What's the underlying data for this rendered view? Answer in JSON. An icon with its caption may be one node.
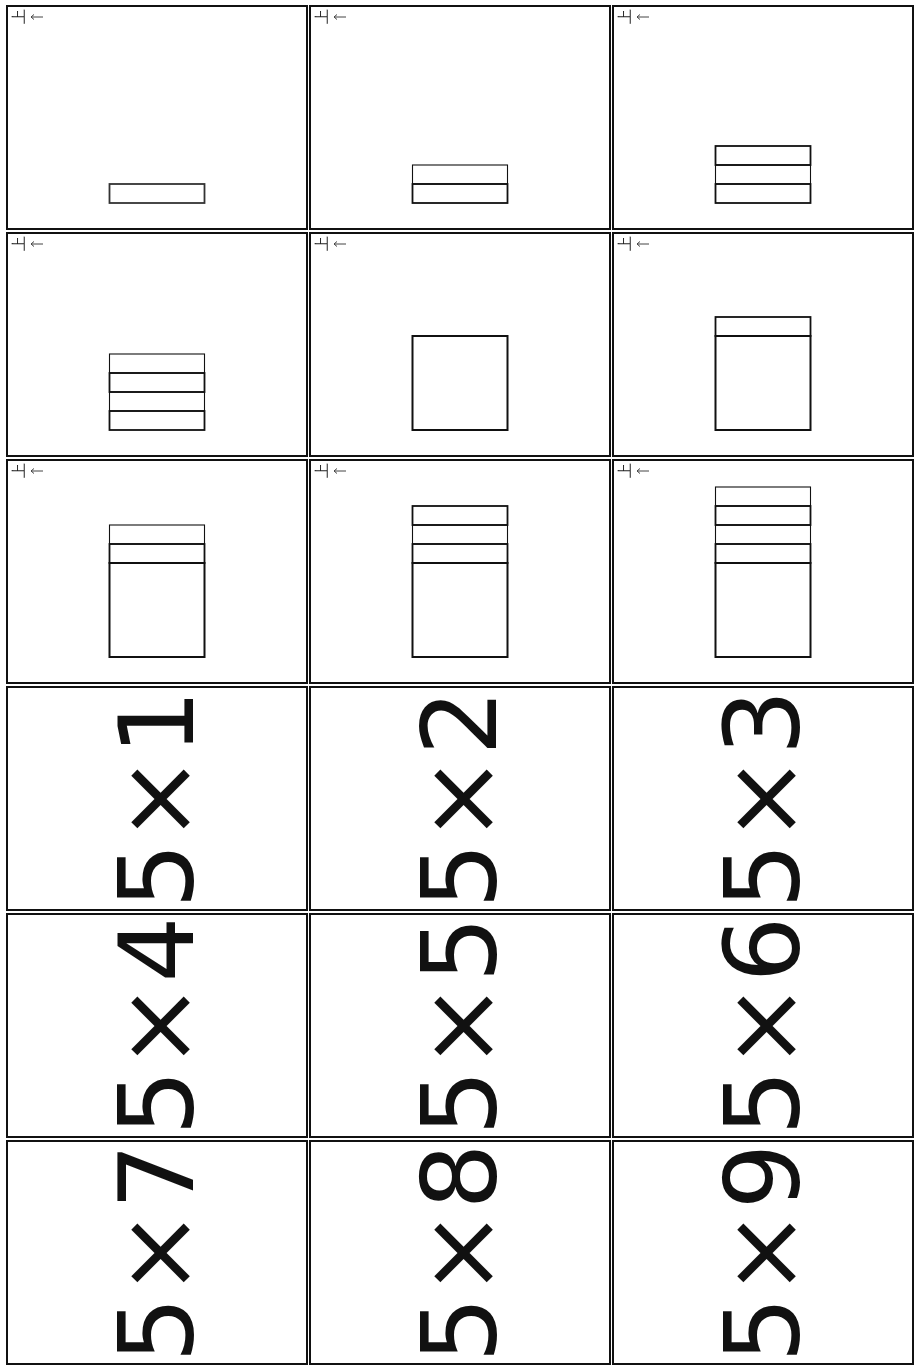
{
  "diagram": {
    "labels": [
      "上",
      "上",
      "上",
      "上",
      "上",
      "上",
      "上",
      "上",
      "上",
      "5×1",
      "5×2",
      "5×3",
      "5×4",
      "5×5",
      "5×6",
      "5×7",
      "5×8",
      "5×9"
    ]
  }
}
